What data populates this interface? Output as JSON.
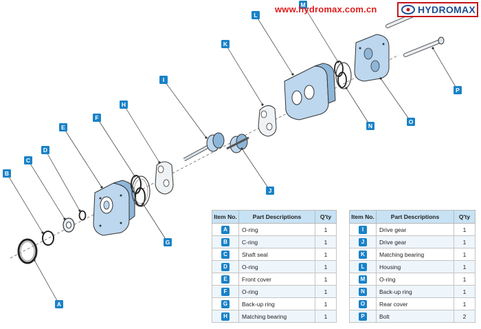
{
  "header": {
    "url": "www.hydromax.com.cn",
    "logo_text": "HYDROMAX"
  },
  "colors": {
    "callout_blue": "#1a82c8",
    "part_blue": "#bcd7ee",
    "header_blue": "#c7e2f4",
    "url_red": "#e01b1b"
  },
  "callouts": [
    "A",
    "B",
    "C",
    "D",
    "E",
    "F",
    "G",
    "H",
    "I",
    "J",
    "K",
    "L",
    "M",
    "N",
    "O",
    "P"
  ],
  "table": {
    "headers": {
      "item": "Item No.",
      "desc": "Part Descriptions",
      "qty": "Q'ty"
    },
    "left": [
      {
        "id": "A",
        "desc": "O-ring",
        "qty": "1"
      },
      {
        "id": "B",
        "desc": "C-ring",
        "qty": "1"
      },
      {
        "id": "C",
        "desc": "Shaft seal",
        "qty": "1"
      },
      {
        "id": "D",
        "desc": "O-ring",
        "qty": "1"
      },
      {
        "id": "E",
        "desc": "Front cover",
        "qty": "1"
      },
      {
        "id": "F",
        "desc": "O-ring",
        "qty": "1"
      },
      {
        "id": "G",
        "desc": "Back-up ring",
        "qty": "1"
      },
      {
        "id": "H",
        "desc": "Matching bearing",
        "qty": "1"
      }
    ],
    "right": [
      {
        "id": "I",
        "desc": "Drive gear",
        "qty": "1"
      },
      {
        "id": "J",
        "desc": "Drive gear",
        "qty": "1"
      },
      {
        "id": "K",
        "desc": "Matching bearing",
        "qty": "1"
      },
      {
        "id": "L",
        "desc": "Housing",
        "qty": "1"
      },
      {
        "id": "M",
        "desc": "O-ring",
        "qty": "1"
      },
      {
        "id": "N",
        "desc": "Back-up ring",
        "qty": "1"
      },
      {
        "id": "O",
        "desc": "Rear cover",
        "qty": "1"
      },
      {
        "id": "P",
        "desc": "Bolt",
        "qty": "2"
      }
    ]
  }
}
